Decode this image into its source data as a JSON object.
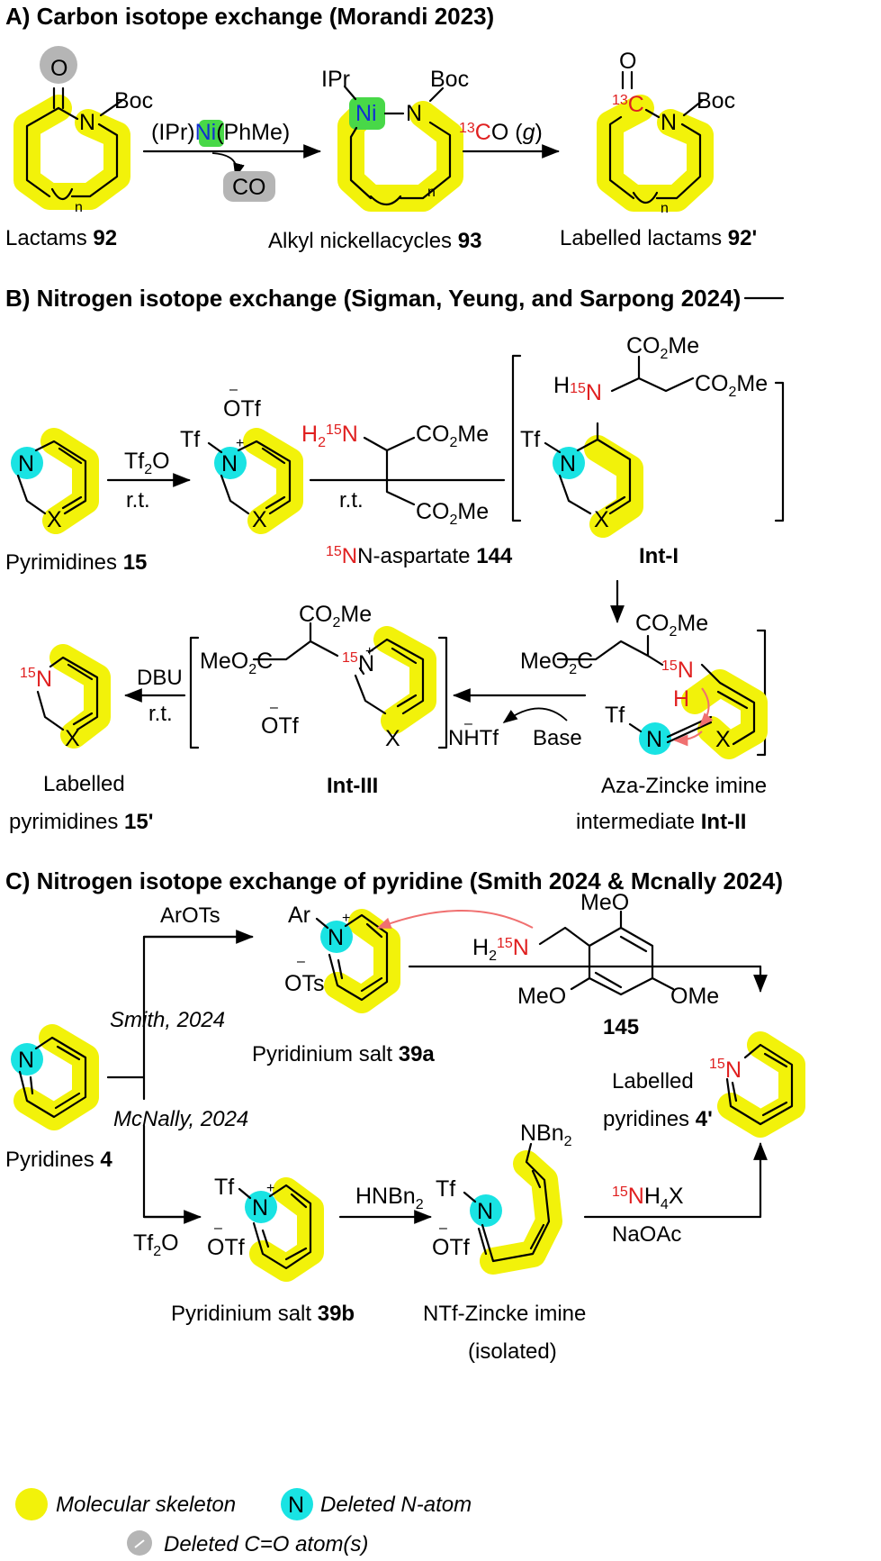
{
  "colors": {
    "skeleton": "#f2f20a",
    "deleted_n": "#19e3e3",
    "deleted_co": "#b5b5b5",
    "ni": "#48d848",
    "isotope": "#e02020",
    "ni_text": "#1030d0"
  },
  "section_a": {
    "title": "A) Carbon isotope exchange (Morandi 2023)",
    "reagent": [
      "(IPr)",
      "Ni",
      "(PhMe)"
    ],
    "byproduct": "CO",
    "reagent2_mass": "13",
    "reagent2": "CO (",
    "reagent2_g": "g",
    "reagent2_close": ")",
    "lactam_label": "Lactams ",
    "lactam_num": "92",
    "nickellacycle_label": "Alkyl nickellacycles ",
    "nickellacycle_num": "93",
    "labelled_label": "Labelled lactams ",
    "labelled_num": "92'",
    "atoms": {
      "O": "O",
      "N": "N",
      "Boc": "Boc",
      "n": "n",
      "IPr": "IPr",
      "Ni": "Ni",
      "C13_mass": "13",
      "C": "C"
    }
  },
  "section_b": {
    "title": "B) Nitrogen isotope exchange (Sigman, Yeung, and Sarpong 2024)",
    "tf2o": "Tf",
    "tf2o_sub": "2",
    "tf2o_o": "O",
    "rt": "r.t.",
    "otf": "OTf",
    "tf": "Tf",
    "pyrimidine_label": "Pyrimidines ",
    "pyrimidine_num": "15",
    "aspartate_mass": "15",
    "aspartate_label": "N-aspartate ",
    "aspartate_num": "144",
    "int1": "Int-I",
    "int3": "Int-III",
    "int2_line1": "Aza-Zincke imine",
    "int2_line2": "intermediate ",
    "int2_bold": "Int-II",
    "labelled_line1": "Labelled",
    "labelled_line2": "pyrimidines ",
    "labelled_num": "15'",
    "dbu": "DBU",
    "base": "Base",
    "nhtf": "NHTf",
    "co2me": "CO",
    "meo2c": "MeO",
    "me": "Me",
    "H": "H",
    "H2": "H",
    "N": "N",
    "X": "X",
    "mass15": "15"
  },
  "section_c": {
    "title": "C) Nitrogen isotope exchange of pyridine (Smith 2024 & Mcnally 2024)",
    "arots": "ArOTs",
    "smith": "Smith, 2024",
    "mcnally": "McNally, 2024",
    "ar": "Ar",
    "ots": "OTs",
    "salt39a_label": "Pyridinium salt ",
    "salt39a_num": "39a",
    "salt39b_label": "Pyridinium salt ",
    "salt39b_num": "39b",
    "compound145": "145",
    "meo": "MeO",
    "ome": "OMe",
    "pyridines_label": "Pyridines ",
    "pyridines_num": "4",
    "labelled_line1": "Labelled",
    "labelled_line2": "pyridines ",
    "labelled_num": "4'",
    "tf2o": "Tf",
    "hnbn2": "HNBn",
    "nbn2": "NBn",
    "nh4x": "NH",
    "nh4x_tail": "X",
    "naoac": "NaOAc",
    "zincke_line1": "NTf-Zincke imine",
    "zincke_line2": "(isolated)"
  },
  "legend": {
    "skeleton": "Molecular skeleton",
    "deleted_n": "Deleted N-atom",
    "deleted_n_symbol": "N",
    "deleted_co": "Deleted C=O atom(s)"
  }
}
